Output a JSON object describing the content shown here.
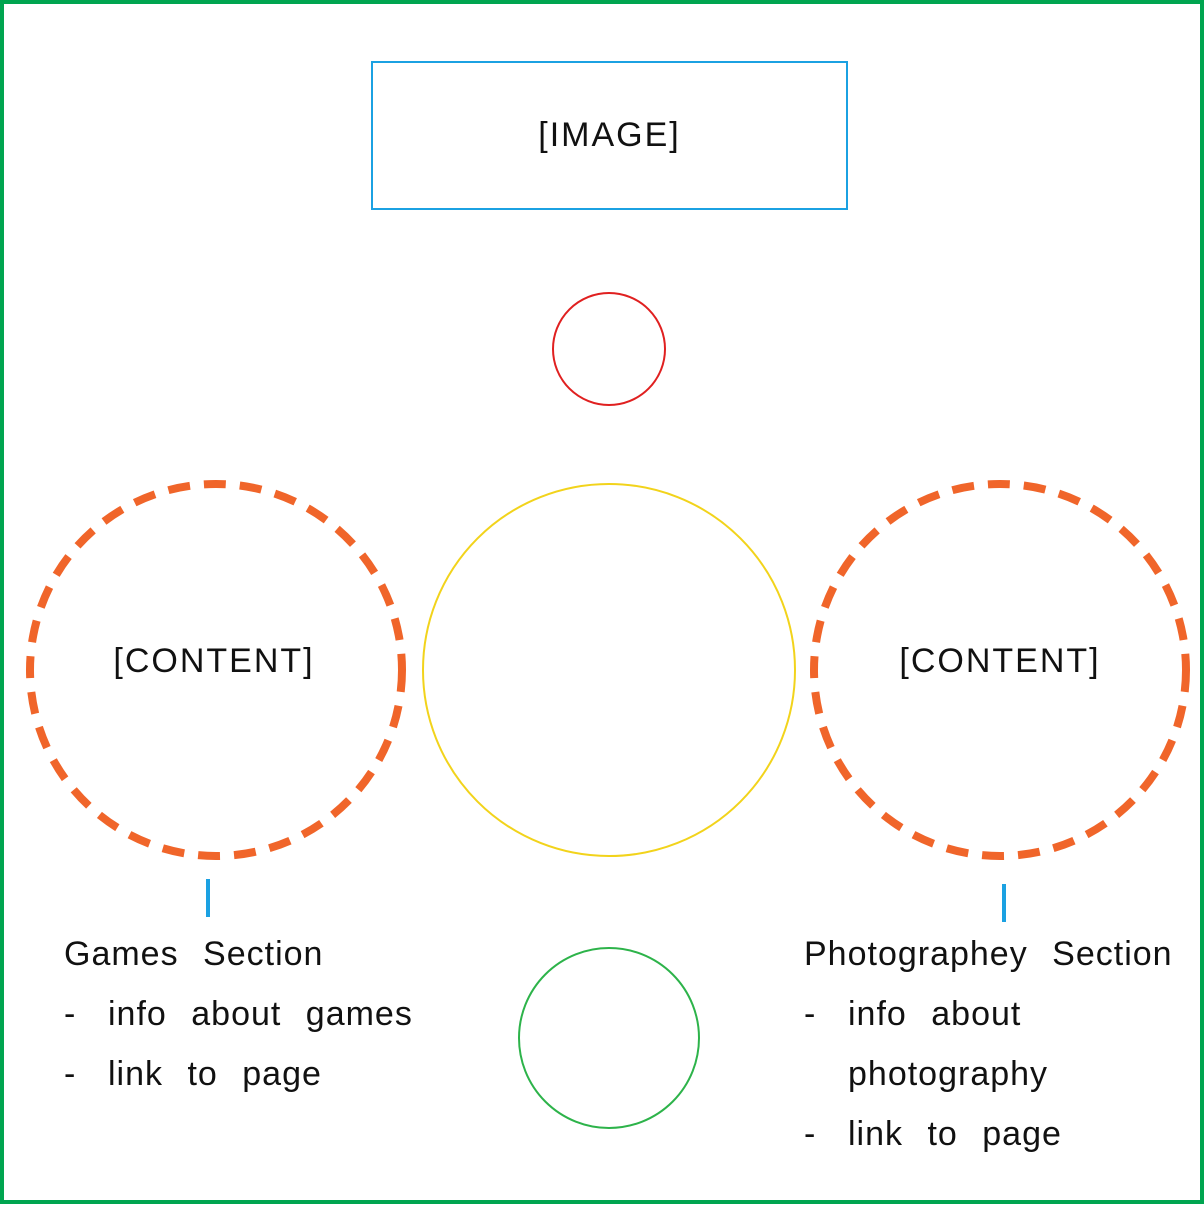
{
  "image_box": {
    "label": "[IMAGE]"
  },
  "left_circle": {
    "label": "[CONTENT]"
  },
  "right_circle": {
    "label": "[CONTENT]"
  },
  "games_section": {
    "title": "Games Section",
    "bullet": "-",
    "items": [
      "info about games",
      "link to page"
    ]
  },
  "photo_section": {
    "title": "Photographey Section",
    "bullet": "-",
    "item1_line1": "info about",
    "item1_line2": "photography",
    "item2": "link to page"
  },
  "colors": {
    "frame": "#00a550",
    "image_box": "#1ba1e2",
    "top_circle": "#e02020",
    "center_circle": "#f2d31b",
    "bottom_circle": "#2db34a",
    "content_circles": "#f0652a",
    "connectors": "#1ba1e2"
  }
}
